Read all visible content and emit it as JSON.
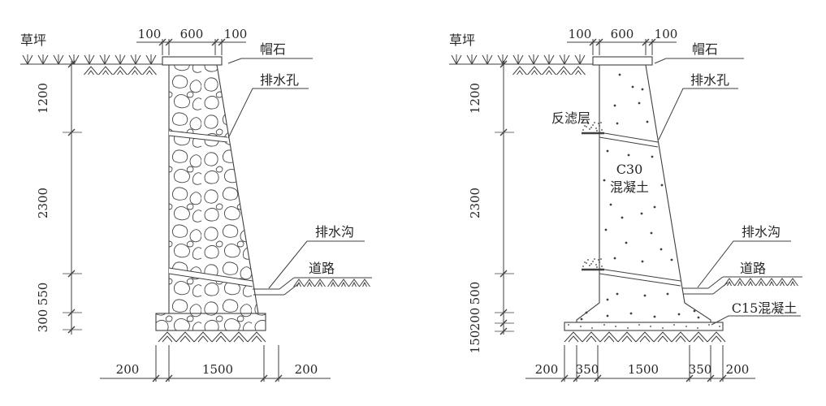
{
  "drawings": {
    "left": {
      "labels": {
        "lawn": "草坪",
        "cap": "帽石",
        "drain_hole": "排水孔",
        "ditch": "排水沟",
        "road": "道路"
      },
      "dims": {
        "top": [
          "100",
          "600",
          "100"
        ],
        "side": [
          "1200",
          "2300",
          "550",
          "300"
        ],
        "bottom": [
          "200",
          "1500",
          "200"
        ]
      }
    },
    "right": {
      "labels": {
        "lawn": "草坪",
        "cap": "帽石",
        "drain_hole": "排水孔",
        "filter_layer": "反滤层",
        "concrete_grade": "C30",
        "concrete_word": "混凝土",
        "ditch": "排水沟",
        "road": "道路",
        "leveling": "C15混凝土"
      },
      "dims": {
        "top": [
          "100",
          "600",
          "100"
        ],
        "side": [
          "1200",
          "2300",
          "500",
          "200",
          "150"
        ],
        "bottom": [
          "200",
          "350",
          "1500",
          "350",
          "200"
        ]
      }
    }
  },
  "colors": {
    "line": "#3f3f3f",
    "text": "#262626",
    "background": "#ffffff"
  }
}
